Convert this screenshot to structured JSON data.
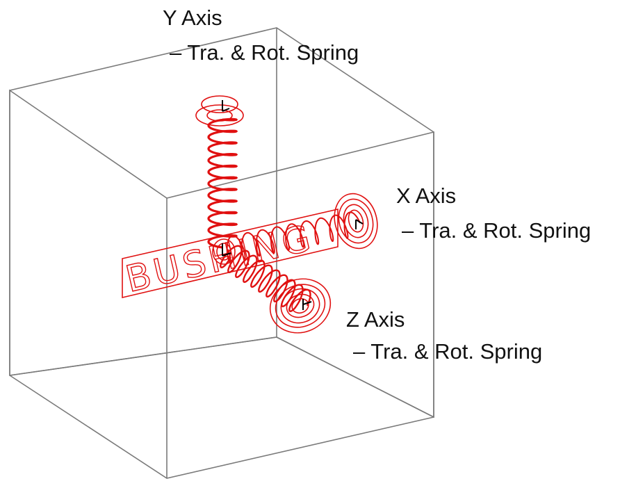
{
  "labels": {
    "y_axis": {
      "title": "Y Axis",
      "subtitle": "– Tra. & Rot. Spring"
    },
    "x_axis": {
      "title": "X Axis",
      "subtitle": "– Tra. & Rot. Spring"
    },
    "z_axis": {
      "title": "Z Axis",
      "subtitle": "– Tra. & Rot. Spring"
    }
  },
  "bushing_text": "BUSHING",
  "colors": {
    "box_edge": "#7a7a7a",
    "spring": "#e01010",
    "marker": "#000000",
    "text": "#111111"
  }
}
